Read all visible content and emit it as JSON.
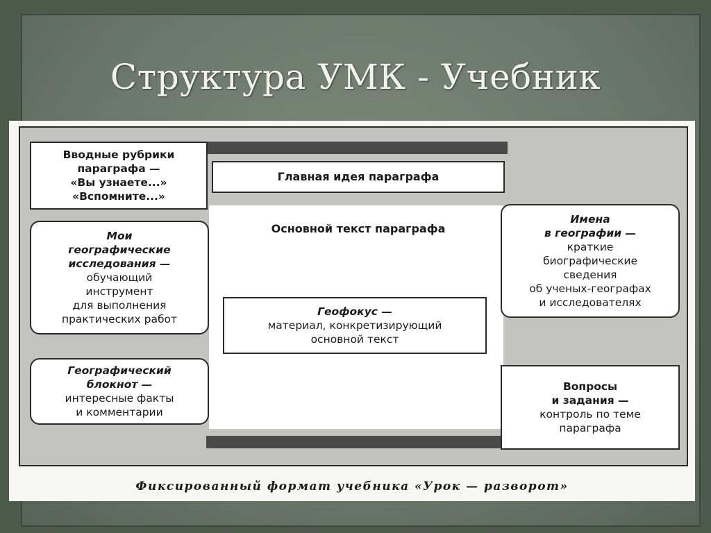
{
  "slide": {
    "title": "Структура УМК - Учебник"
  },
  "diagram": {
    "main_idea": "Главная идея параграфа",
    "main_text": "Основной текст параграфа",
    "intro": {
      "bold": [
        "Вводные рубрики",
        "параграфа —",
        "«Вы узнаете...»",
        "«Вспомните...»"
      ]
    },
    "research": {
      "bold": [
        "Мои",
        "географические",
        "исследования —"
      ],
      "plain": [
        "обучающий",
        "инструмент",
        "для выполнения",
        "практических работ"
      ]
    },
    "notebook": {
      "bold": [
        "Географический",
        "блокнот —"
      ],
      "plain": [
        "интересные факты",
        "и комментарии"
      ]
    },
    "names": {
      "bold": [
        "Имена",
        "в географии —"
      ],
      "plain": [
        "краткие",
        "биографические",
        "сведения",
        "об ученых-географах",
        "и исследователях"
      ]
    },
    "geofocus": {
      "bold": [
        "Геофокус —"
      ],
      "plain": [
        "материал, конкретизирующий",
        "основной текст"
      ]
    },
    "questions": {
      "bold": [
        "Вопросы",
        "и задания —"
      ],
      "plain": [
        "контроль по теме",
        "параграфа"
      ]
    },
    "caption": "Фиксированный формат учебника «Урок — разворот»"
  }
}
